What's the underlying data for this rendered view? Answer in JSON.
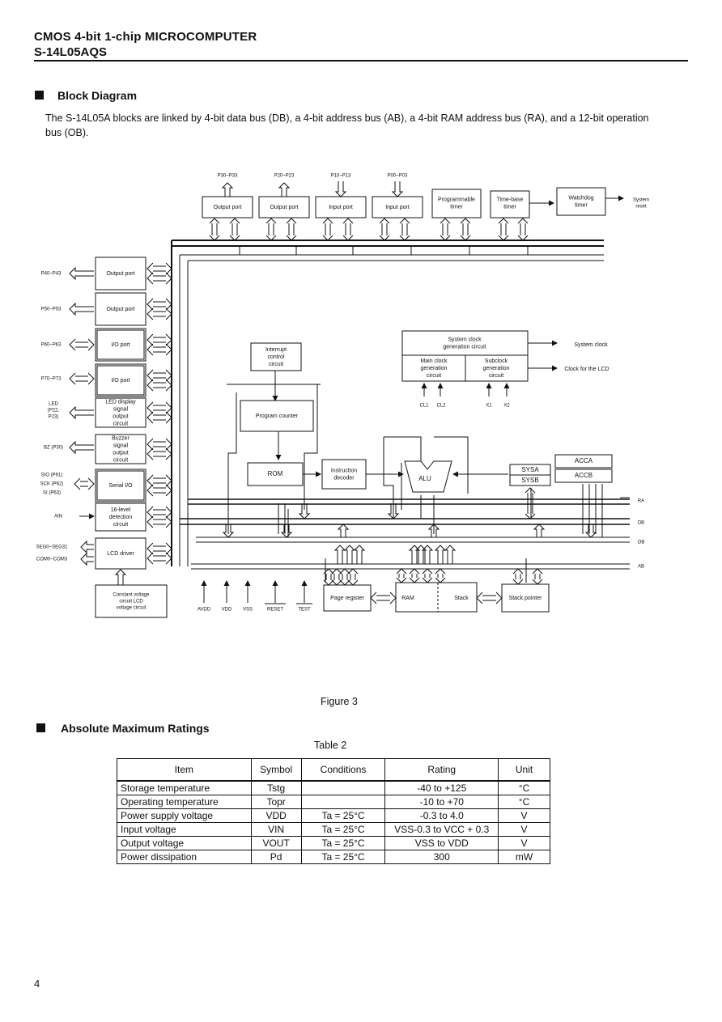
{
  "header": {
    "line1": "CMOS 4-bit 1-chip MICROCOMPUTER",
    "line2": "S-14L05AQS"
  },
  "block_diagram": {
    "heading": "Block Diagram",
    "description": "The S-14L05A blocks are linked by 4-bit data bus (DB), a 4-bit address bus (AB), a 4-bit RAM address bus (RA), and a 12-bit operation bus (OB).",
    "top_pins": [
      "P30~P33",
      "P20~P23",
      "P10~P13",
      "P00~P03"
    ],
    "top_blocks": [
      "Output port",
      "Output port",
      "Input port",
      "Input port",
      "Programmable timer",
      "Time-base timer",
      "Watchdog timer"
    ],
    "system_reset": "System reset",
    "left_pins": [
      "P40~P43",
      "P50~P53",
      "P60~P63",
      "P70~P73",
      "LED (P22, P23)",
      "BZ (P30)",
      "SIO (P61)",
      "SCK (P62)",
      "SI (P63)",
      "AIN",
      "SEG0~SEG31",
      "COM0~COM3"
    ],
    "left_blocks": [
      "Output port",
      "Output port",
      "I/O port",
      "I/O port",
      "LED display signal output circuit",
      "Buzzer signal output circuit",
      "Serial I/O",
      "16-level detection circuit",
      "LCD driver",
      "Constant voltage circuit LCD voltage circuit"
    ],
    "interrupt": "Interrupt control circuit",
    "program_counter": "Program counter",
    "rom": "ROM",
    "instruction_decoder": "Instruction decoder",
    "alu": "ALU",
    "system_clock": "System clock generation circuit",
    "main_clock": "Main clock generation circuit",
    "subclock": "Subclock generation circuit",
    "system_clock_out": "System clock",
    "clock_lcd_out": "Clock for the LCD",
    "clock_pins": [
      "CL1",
      "CL2",
      "X1",
      "X2"
    ],
    "sysa": "SYSA",
    "sysb": "SYSB",
    "acca": "ACCA",
    "accb": "ACCB",
    "bus_labels": [
      "RA",
      "DB",
      "OB",
      "AB"
    ],
    "bottom_pins": [
      "AVDD",
      "VDD",
      "VSS",
      "RESET",
      "TEST"
    ],
    "page_register": "Page register",
    "ram": "RAM",
    "stack": "Stack",
    "stack_pointer": "Stack pointer",
    "caption": "Figure 3"
  },
  "ratings": {
    "heading": "Absolute Maximum Ratings",
    "caption": "Table 2",
    "columns": [
      "Item",
      "Symbol",
      "Conditions",
      "Rating",
      "Unit"
    ],
    "rows": [
      [
        "Storage temperature",
        "Tstg",
        "",
        "-40 to +125",
        "°C"
      ],
      [
        "Operating temperature",
        "Topr",
        "",
        "-10 to +70",
        "°C"
      ],
      [
        "Power supply voltage",
        "VDD",
        "Ta = 25°C",
        "-0.3 to 4.0",
        "V"
      ],
      [
        "Input voltage",
        "VIN",
        "Ta = 25°C",
        "VSS-0.3 to VCC + 0.3",
        "V"
      ],
      [
        "Output voltage",
        "VOUT",
        "Ta = 25°C",
        "VSS to VDD",
        "V"
      ],
      [
        "Power dissipation",
        "Pd",
        "Ta = 25°C",
        "300",
        "mW"
      ]
    ]
  },
  "page_number": "4"
}
